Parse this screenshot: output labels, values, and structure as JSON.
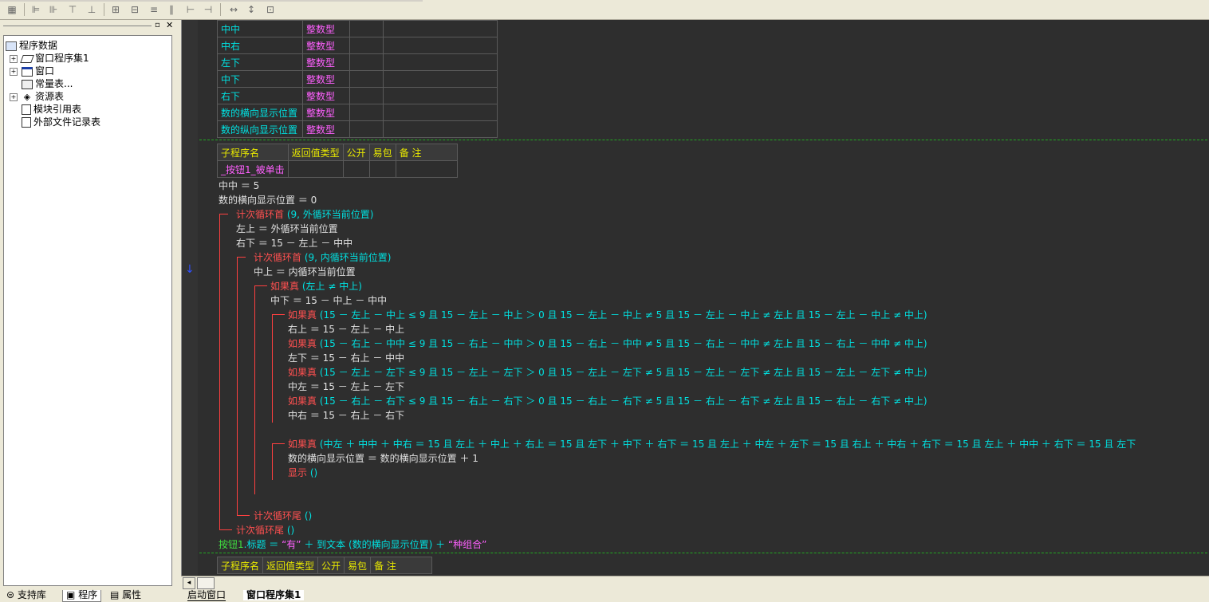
{
  "left_panel": {
    "tree": [
      {
        "label": "程序数据"
      },
      {
        "label": "窗口程序集1"
      },
      {
        "label": "窗口"
      },
      {
        "label": "常量表..."
      },
      {
        "label": "资源表"
      },
      {
        "label": "模块引用表"
      },
      {
        "label": "外部文件记录表"
      }
    ],
    "bottom_tabs": [
      "支持库",
      "程序",
      "属性"
    ]
  },
  "var_table": {
    "rows": [
      {
        "name": "中中",
        "type": "整数型"
      },
      {
        "name": "中右",
        "type": "整数型"
      },
      {
        "name": "左下",
        "type": "整数型"
      },
      {
        "name": "中下",
        "type": "整数型"
      },
      {
        "name": "右下",
        "type": "整数型"
      },
      {
        "name": "数的横向显示位置",
        "type": "整数型"
      },
      {
        "name": "数的纵向显示位置",
        "type": "整数型"
      }
    ]
  },
  "sub_header": {
    "cols": [
      "子程序名",
      "返回值类型",
      "公开",
      "易包",
      "备 注"
    ]
  },
  "sub_name": "_按钮1_被单击",
  "code": {
    "l01": "中中 ＝ 5",
    "l02": "数的横向显示位置 ＝ 0",
    "l03a": "计次循环首",
    "l03b": " (9, 外循环当前位置)",
    "l04": "左上 ＝ 外循环当前位置",
    "l05": "右下 ＝ 15 － 左上 － 中中",
    "l06a": "计次循环首",
    "l06b": " (9, 内循环当前位置)",
    "l07": "中上 ＝ 内循环当前位置",
    "l08a": "如果真",
    "l08b": " (左上 ≠ 中上)",
    "l09": "中下 ＝ 15 － 中上 － 中中",
    "l10a": "如果真",
    "l10b": " (15 － 左上 － 中上 ≤ 9 且 15 － 左上 － 中上 ＞ 0 且 15 － 左上 － 中上 ≠ 5 且 15 － 左上 － 中上 ≠ 左上 且 15 － 左上 － 中上 ≠ 中上)",
    "l11": "右上 ＝ 15 － 左上 － 中上",
    "l12a": "如果真",
    "l12b": " (15 － 右上 － 中中 ≤ 9 且 15 － 右上 － 中中 ＞ 0 且 15 － 右上 － 中中 ≠ 5 且 15 － 右上 － 中中 ≠ 左上 且 15 － 右上 － 中中 ≠ 中上)",
    "l13": "左下 ＝ 15 － 右上 － 中中",
    "l14a": "如果真",
    "l14b": " (15 － 左上 － 左下 ≤ 9 且 15 － 左上 － 左下 ＞ 0 且 15 － 左上 － 左下 ≠ 5 且 15 － 左上 － 左下 ≠ 左上 且 15 － 左上 － 左下 ≠ 中上)",
    "l15": "中左 ＝ 15 － 左上 － 左下",
    "l16a": "如果真",
    "l16b": " (15 － 右上 － 右下 ≤ 9 且 15 － 右上 － 右下 ＞ 0 且 15 － 右上 － 右下 ≠ 5 且 15 － 右上 － 右下 ≠ 左上 且 15 － 右上 － 右下 ≠ 中上)",
    "l17": "中右 ＝ 15 － 右上 － 右下",
    "l18a": "如果真",
    "l18b": " (中左 ＋ 中中 ＋ 中右 ＝ 15 且 左上 ＋ 中上 ＋ 右上 ＝ 15 且 左下 ＋ 中下 ＋ 右下 ＝ 15 且 左上 ＋ 中左 ＋ 左下 ＝ 15 且 右上 ＋ 中右 ＋ 右下 ＝ 15 且 左上 ＋ 中中 ＋ 右下 ＝ 15 且 左下",
    "l19": "数的横向显示位置 ＝ 数的横向显示位置 ＋ 1",
    "l20a": "显示",
    "l20b": " ()",
    "l21a": "计次循环尾",
    "l21b": " ()",
    "l22a": "计次循环尾",
    "l22b": " ()",
    "l23a": "按钮1",
    "l23b": ".标题 ＝ ",
    "l23c": "“有”",
    "l23d": " ＋ 到文本 (数的横向显示位置) ＋ ",
    "l23e": "“种组合”"
  },
  "gutter_marks": {
    "arrow": "↓",
    "plus": "+"
  },
  "doc_tabs": [
    "启动窗口",
    "窗口程序集1"
  ],
  "colors": {
    "keyword": "#ff5050",
    "variable": "#00e0e0",
    "type": "#ff60ff",
    "header": "#e8e800",
    "component": "#40e040",
    "background": "#2e2e2e"
  }
}
